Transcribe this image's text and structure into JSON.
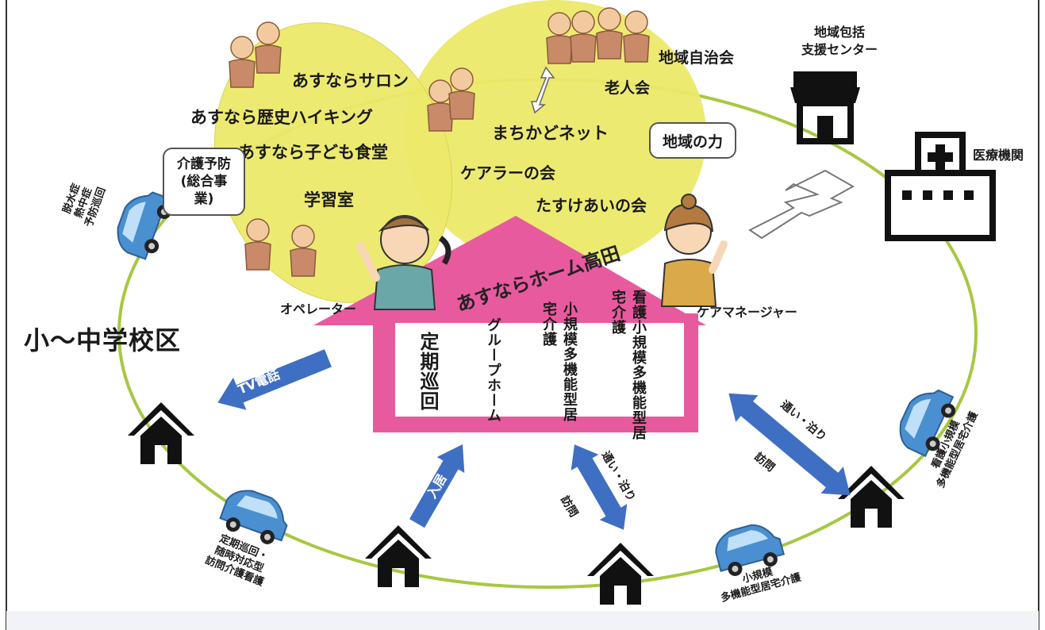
{
  "left_circle": {
    "items": [
      "あすならサロン",
      "あすなら歴史ハイキング",
      "あすなら子ども食堂",
      "学習室"
    ],
    "box_lines": [
      "介護予防",
      "(総合事",
      "業)"
    ]
  },
  "right_circle": {
    "items": [
      "地域自治会",
      "老人会",
      "まちかどネット",
      "ケアラーの会",
      "たすけあいの会"
    ],
    "box": "地域の力"
  },
  "center": {
    "roof": "あすならホーム高田",
    "services": [
      "定期巡回",
      "グループホーム",
      "小規模多機能型居宅介護",
      "看護小規模多機能型居宅介護"
    ]
  },
  "people": {
    "operator": "オペレーター",
    "care_manager": "ケアマネージャー"
  },
  "facilities": {
    "support_center": [
      "地域包括",
      "支援センター"
    ],
    "hospital": "医療機関"
  },
  "area_label": "小〜中学校区",
  "arrows": {
    "tv_phone": "TV電話",
    "move_in": "入居",
    "commute_stay": "通い・泊り",
    "visit": "訪問"
  },
  "cars": {
    "top_left": [
      "脱水症",
      "熱中症",
      "予防巡回"
    ],
    "bottom_left": [
      "定期巡回・",
      "随時対応型",
      "訪問介護看護"
    ],
    "bottom_right": [
      "小規模",
      "多機能型居宅介護"
    ],
    "right": [
      "看護小規模",
      "多機能型居宅介護"
    ]
  },
  "colors": {
    "yellow": "#ece96a",
    "pink": "#e85a9e",
    "blue_arrow": "#3e6fc2",
    "ring": "#a6c842",
    "car": "#4a8fd0"
  }
}
